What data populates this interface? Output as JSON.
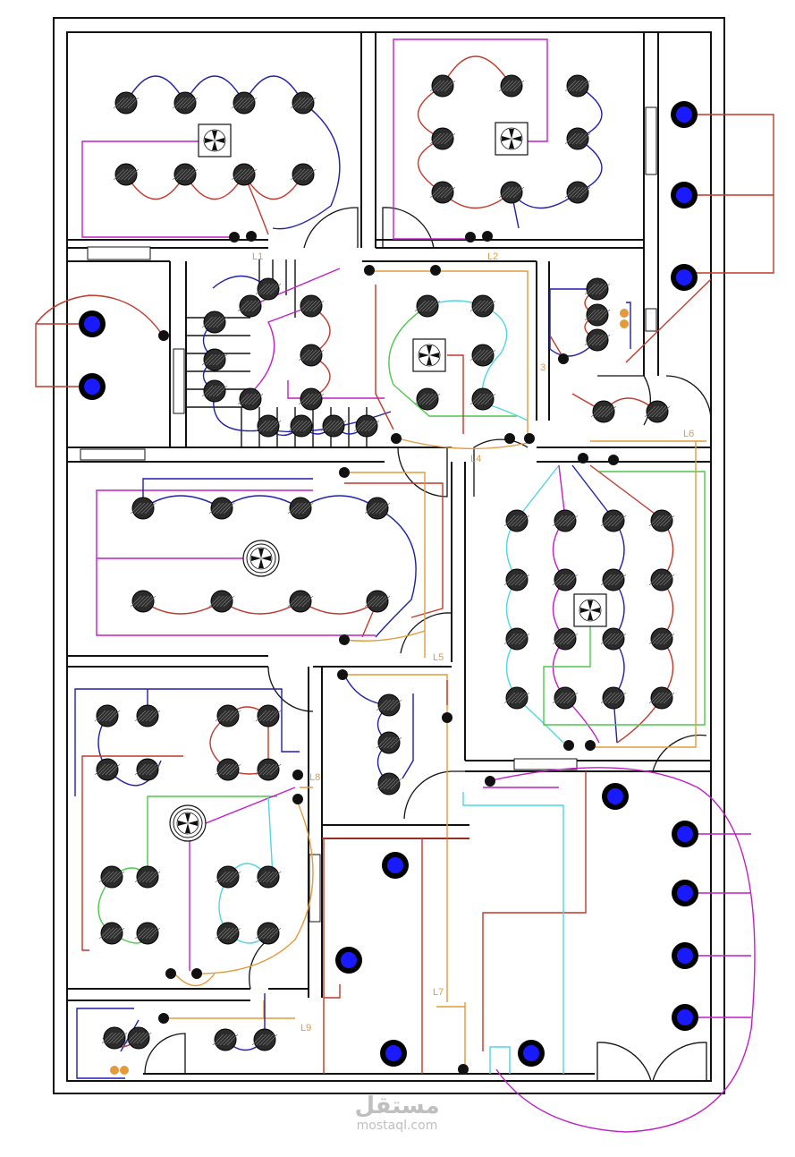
{
  "plan": {
    "circuit_labels": [
      "L1",
      "L2",
      "3",
      "L4",
      "L5",
      "L6",
      "L7",
      "L8",
      "L9"
    ],
    "colors": {
      "wall": "#111111",
      "circuit_red": "#c0392b",
      "circuit_blue": "#1f1fa8",
      "circuit_magenta": "#c21ec8",
      "circuit_cyan": "#4fd6e0",
      "circuit_green": "#4cc94c",
      "circuit_orange": "#e39a3b",
      "spotlight": "#1a1aff"
    }
  },
  "watermark": {
    "arabic": "مستقل",
    "latin": "mostaql.com"
  }
}
